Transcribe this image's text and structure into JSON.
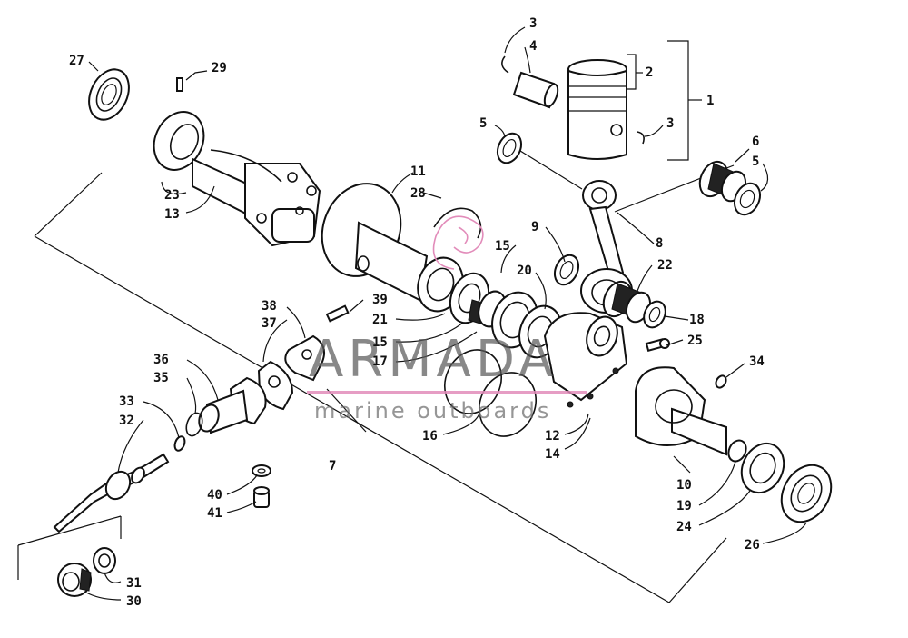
{
  "watermark": {
    "title": "ARMADA",
    "subtitle": "marine outboards",
    "accent_color": "#e28cba",
    "text_color": "#5a5a5a"
  },
  "labels": {
    "l1": "1",
    "l2": "2",
    "l3a": "3",
    "l3b": "3",
    "l4": "4",
    "l5a": "5",
    "l5b": "5",
    "l6": "6",
    "l7": "7",
    "l8": "8",
    "l9": "9",
    "l10": "10",
    "l11": "11",
    "l12": "12",
    "l13": "13",
    "l14": "14",
    "l15a": "15",
    "l15b": "15",
    "l16": "16",
    "l17": "17",
    "l18": "18",
    "l19": "19",
    "l20": "20",
    "l21": "21",
    "l22": "22",
    "l23": "23",
    "l24": "24",
    "l25": "25",
    "l26": "26",
    "l27": "27",
    "l28": "28",
    "l29": "29",
    "l30": "30",
    "l31": "31",
    "l32": "32",
    "l33": "33",
    "l34": "34",
    "l35": "35",
    "l36": "36",
    "l37": "37",
    "l38": "38",
    "l39": "39",
    "l40": "40",
    "l41": "41"
  }
}
